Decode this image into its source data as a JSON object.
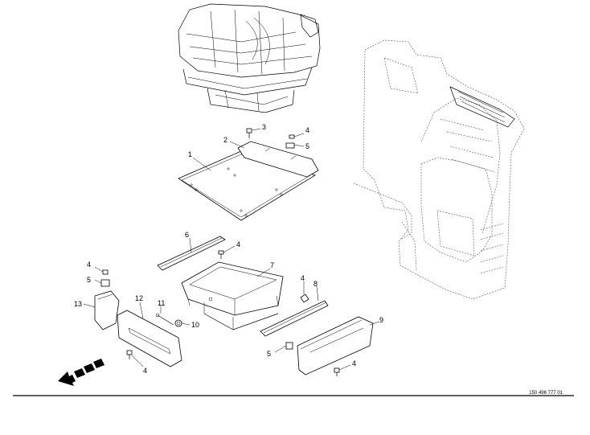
{
  "callouts": [
    {
      "id": "c1",
      "label": "1"
    },
    {
      "id": "c2",
      "label": "2"
    },
    {
      "id": "c3",
      "label": "3"
    },
    {
      "id": "c4a",
      "label": "4"
    },
    {
      "id": "c5a",
      "label": "5"
    },
    {
      "id": "c6",
      "label": "6"
    },
    {
      "id": "c4b",
      "label": "4"
    },
    {
      "id": "c4c",
      "label": "4"
    },
    {
      "id": "c5b",
      "label": "5"
    },
    {
      "id": "c7",
      "label": "7"
    },
    {
      "id": "c4d",
      "label": "4"
    },
    {
      "id": "c8",
      "label": "8"
    },
    {
      "id": "c13",
      "label": "13"
    },
    {
      "id": "c12",
      "label": "12"
    },
    {
      "id": "c11",
      "label": "11"
    },
    {
      "id": "c10",
      "label": "10"
    },
    {
      "id": "c9",
      "label": "9"
    },
    {
      "id": "c5c",
      "label": "5"
    },
    {
      "id": "c4e",
      "label": "4"
    },
    {
      "id": "c4f",
      "label": "4"
    }
  ],
  "document_number": "150 496 777 01"
}
